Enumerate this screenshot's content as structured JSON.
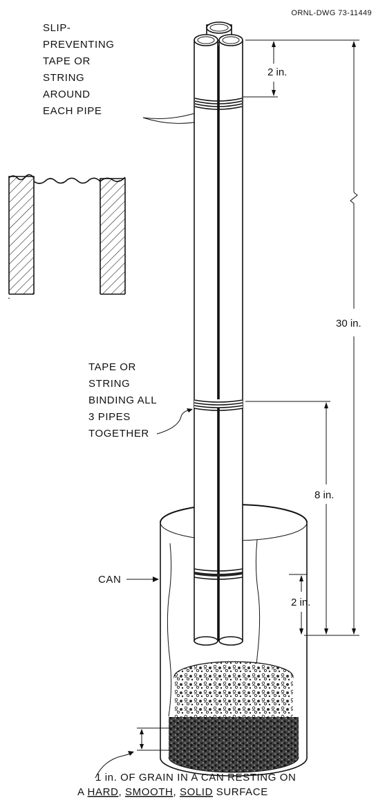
{
  "drawing_number": "ORNL-DWG 73-11449",
  "labels": {
    "slip_preventing": [
      "SLIP-",
      "PREVENTING",
      "TAPE OR",
      "STRING",
      "AROUND",
      "EACH PIPE"
    ],
    "binding": [
      "TAPE OR",
      "STRING",
      "BINDING ALL",
      "3 PIPES",
      "TOGETHER"
    ],
    "can": "CAN"
  },
  "dimensions": {
    "top_gap": "2 in.",
    "total_length": "30 in.",
    "binding_to_bottom": "8 in.",
    "lower_gap": "2 in."
  },
  "caption": {
    "line1": "1 in. OF GRAIN IN A CAN RESTING ON",
    "line2_prefix": "A ",
    "w1": "HARD",
    "sep1": ", ",
    "w2": "SMOOTH",
    "sep2": ", ",
    "w3": "SOLID",
    "line2_suffix": " SURFACE"
  }
}
